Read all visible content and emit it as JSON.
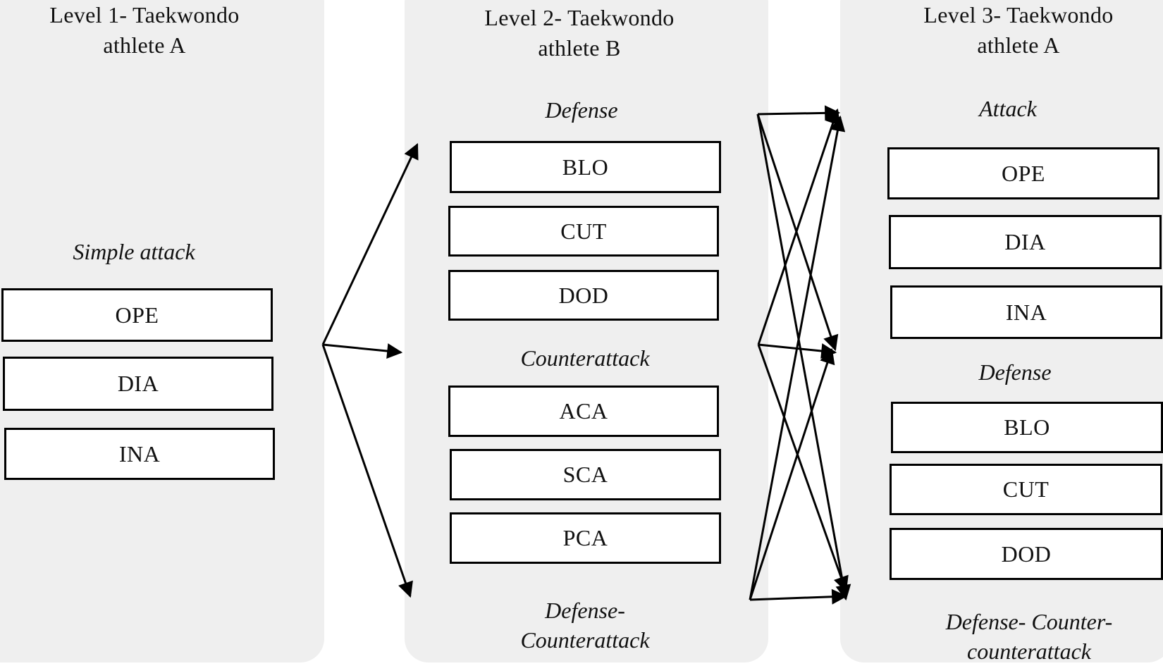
{
  "level1": {
    "title": "Level  1- Taekwondo\nathlete A",
    "section": "Simple attack",
    "items": [
      "OPE",
      "DIA",
      "INA"
    ]
  },
  "level2": {
    "title": "Level  2- Taekwondo\nathlete B",
    "defense": {
      "label": "Defense",
      "items": [
        "BLO",
        "CUT",
        "DOD"
      ]
    },
    "counterattack": {
      "label": "Counterattack",
      "items": [
        "ACA",
        "SCA",
        "PCA"
      ]
    },
    "defense_counterattack": {
      "label": "Defense-\nCounterattack"
    }
  },
  "level3": {
    "title": "Level  3- Taekwondo\nathlete A",
    "attack": {
      "label": "Attack",
      "items": [
        "OPE",
        "DIA",
        "INA"
      ]
    },
    "defense": {
      "label": "Defense",
      "items": [
        "BLO",
        "CUT",
        "DOD"
      ]
    },
    "defense_counter_counterattack": {
      "label": "Defense- Counter-\ncounterattack"
    }
  },
  "arrow_color": "#000000",
  "panel_color": "#efefef"
}
